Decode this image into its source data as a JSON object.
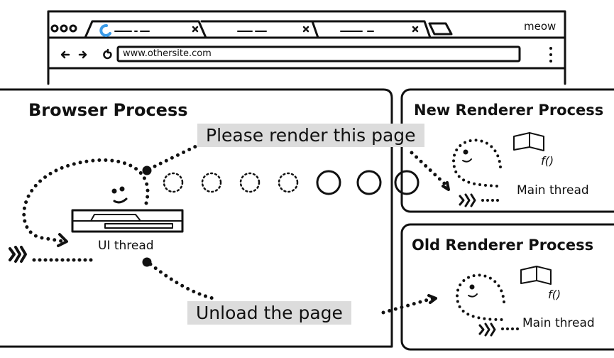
{
  "browser_window": {
    "profile_label": "meow",
    "address_bar": "www.othersite.com",
    "tab_count": 3,
    "accent_color": "#3a9be8"
  },
  "browser_process": {
    "title": "Browser Process",
    "thread_label": "UI thread"
  },
  "messages": {
    "render_request": "Please render this page",
    "unload_request": "Unload the page"
  },
  "new_renderer": {
    "title": "New Renderer Process",
    "thread_label": "Main thread"
  },
  "old_renderer": {
    "title": "Old Renderer Process",
    "thread_label": "Main thread"
  }
}
